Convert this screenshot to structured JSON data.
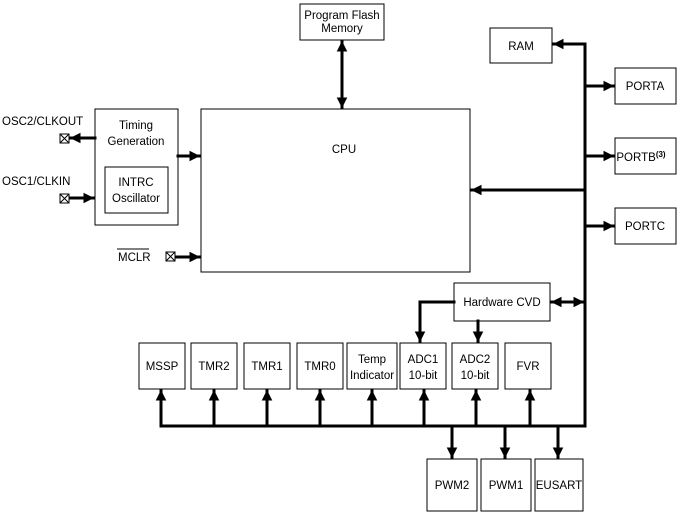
{
  "blocks": {
    "flash": [
      "Program Flash",
      "Memory"
    ],
    "ram": "RAM",
    "porta": "PORTA",
    "portb": "PORTB",
    "portb_note": "(3)",
    "portc": "PORTC",
    "cpu": "CPU",
    "timing": [
      "Timing",
      "Generation"
    ],
    "intrc": [
      "INTRC",
      "Oscillator"
    ],
    "hwcvd": "Hardware CVD",
    "mssp": "MSSP",
    "tmr2": "TMR2",
    "tmr1": "TMR1",
    "tmr0": "TMR0",
    "temp": [
      "Temp",
      "Indicator"
    ],
    "adc1": [
      "ADC1",
      "10-bit"
    ],
    "adc2": [
      "ADC2",
      "10-bit"
    ],
    "fvr": "FVR",
    "pwm2": "PWM2",
    "pwm1": "PWM1",
    "eusart": "EUSART"
  },
  "pins": {
    "osc2": "OSC2/CLKOUT",
    "osc1": "OSC1/CLKIN",
    "mclr": "MCLR"
  }
}
